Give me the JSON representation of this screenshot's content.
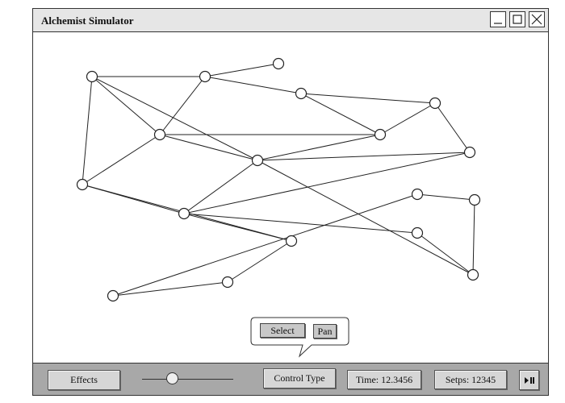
{
  "window": {
    "title": "Alchemist Simulator",
    "controls": [
      "minimize-icon",
      "maximize-icon",
      "close-icon"
    ]
  },
  "graph": {
    "nodes": [
      {
        "id": "n1"
      },
      {
        "id": "n2"
      },
      {
        "id": "n3"
      },
      {
        "id": "n4"
      },
      {
        "id": "n5"
      },
      {
        "id": "n6"
      },
      {
        "id": "n7"
      },
      {
        "id": "n8"
      },
      {
        "id": "n9"
      },
      {
        "id": "n10"
      },
      {
        "id": "n11"
      },
      {
        "id": "n12"
      },
      {
        "id": "n13"
      },
      {
        "id": "n14"
      },
      {
        "id": "n15"
      },
      {
        "id": "n16"
      },
      {
        "id": "n17"
      },
      {
        "id": "n18"
      }
    ],
    "edges": [
      [
        "n1",
        "n2"
      ],
      [
        "n2",
        "n3"
      ],
      [
        "n2",
        "n4"
      ],
      [
        "n4",
        "n5"
      ],
      [
        "n5",
        "n7"
      ],
      [
        "n5",
        "n8"
      ],
      [
        "n4",
        "n7"
      ],
      [
        "n2",
        "n6"
      ],
      [
        "n1",
        "n6"
      ],
      [
        "n1",
        "n9"
      ],
      [
        "n6",
        "n7"
      ],
      [
        "n6",
        "n9"
      ],
      [
        "n6",
        "n10"
      ],
      [
        "n1",
        "n10"
      ],
      [
        "n7",
        "n10"
      ],
      [
        "n10",
        "n8"
      ],
      [
        "n10",
        "n11"
      ],
      [
        "n10",
        "n16"
      ],
      [
        "n9",
        "n14"
      ],
      [
        "n9",
        "n11"
      ],
      [
        "n11",
        "n8"
      ],
      [
        "n11",
        "n15"
      ],
      [
        "n11",
        "n14"
      ],
      [
        "n15",
        "n16"
      ],
      [
        "n14",
        "n17"
      ],
      [
        "n12",
        "n13"
      ],
      [
        "n12",
        "n18"
      ],
      [
        "n16",
        "n13"
      ],
      [
        "n17",
        "n18"
      ]
    ]
  },
  "popup": {
    "select_label": "Select",
    "pan_label": "Pan"
  },
  "toolbar": {
    "effects_label": "Effects",
    "slider_value": 0.33,
    "control_type_label": "Control Type",
    "time_label": "Time: 12.3456",
    "steps_label": "Setps: 12345",
    "play_pause_icon": "play-pause-icon"
  }
}
